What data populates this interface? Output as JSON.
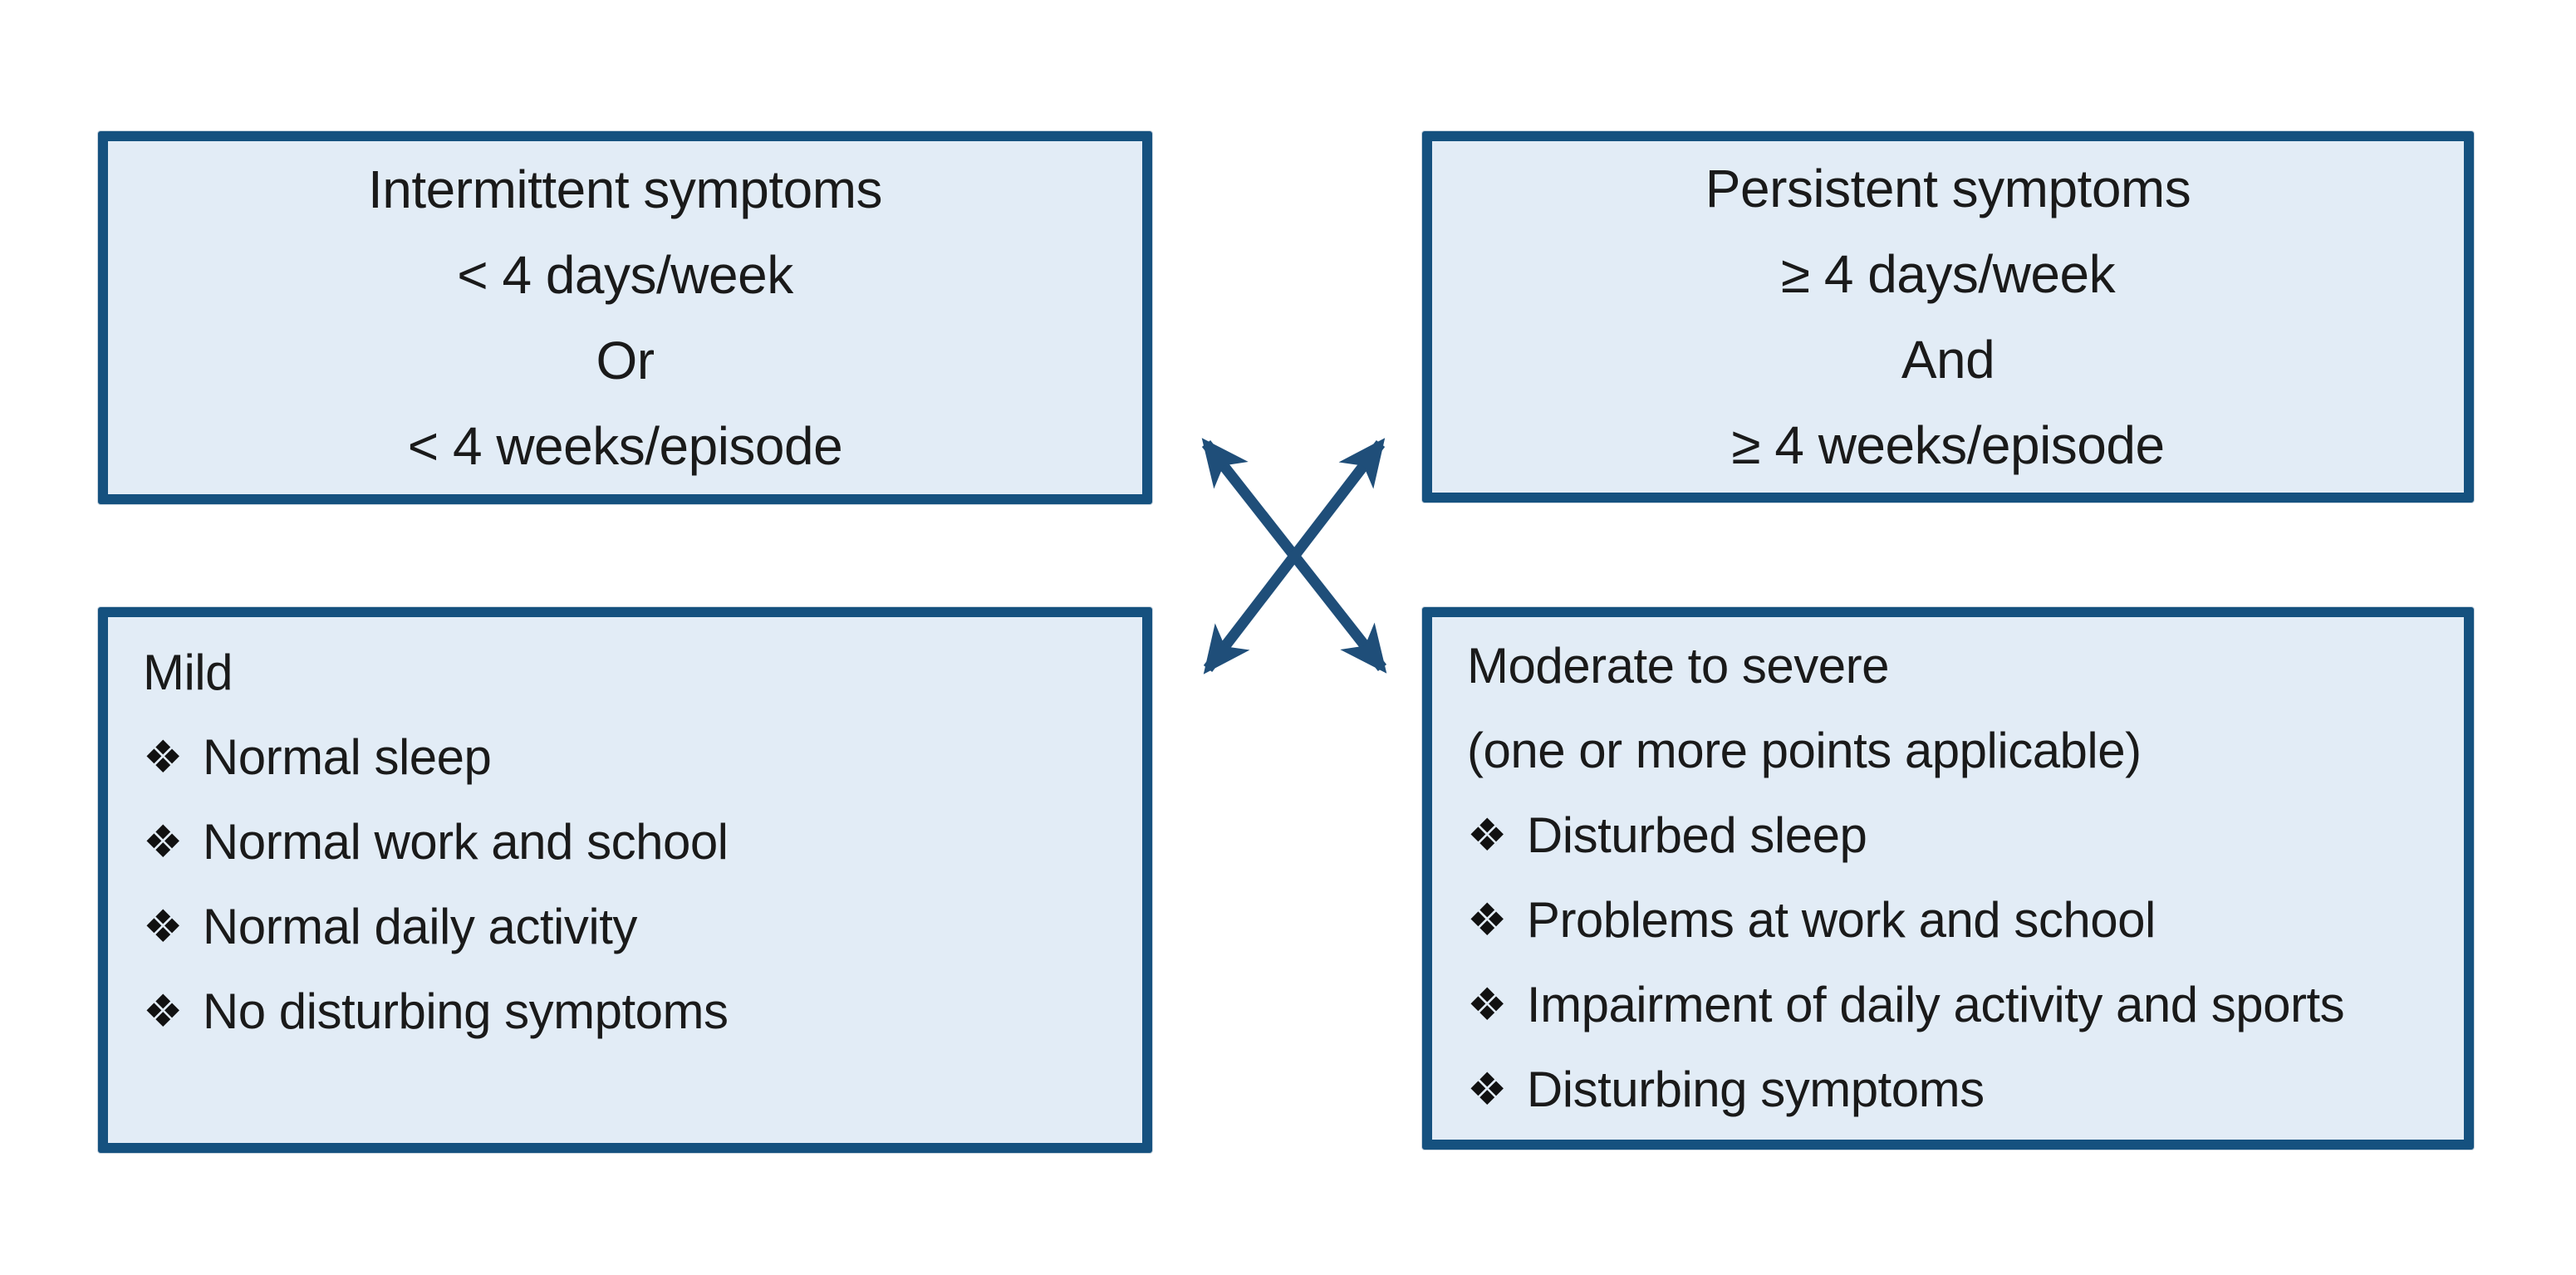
{
  "colors": {
    "background": "#ffffff",
    "box_fill": "#e2ecf6",
    "box_border": "#15517f",
    "arrow": "#1f4e79",
    "text": "#1a1a1a"
  },
  "bullet_glyph": "❖",
  "center_icon": "crossed-double-arrows",
  "boxes": {
    "intermittent": {
      "lines": {
        "0": "Intermittent symptoms",
        "1": "< 4 days/week",
        "2": "Or",
        "3": "< 4 weeks/episode"
      }
    },
    "persistent": {
      "lines": {
        "0": "Persistent symptoms",
        "1": "≥ 4 days/week",
        "2": "And",
        "3": "≥ 4 weeks/episode"
      }
    },
    "mild": {
      "title": "Mild",
      "bullets": {
        "0": "Normal sleep",
        "1": "Normal work and school",
        "2": "Normal daily activity",
        "3": "No disturbing symptoms"
      }
    },
    "moderate": {
      "title": "Moderate to severe",
      "subtitle": "(one or more points applicable)",
      "bullets": {
        "0": "Disturbed sleep",
        "1": "Problems at work and school",
        "2": "Impairment of daily activity and sports",
        "3": "Disturbing symptoms"
      }
    }
  }
}
